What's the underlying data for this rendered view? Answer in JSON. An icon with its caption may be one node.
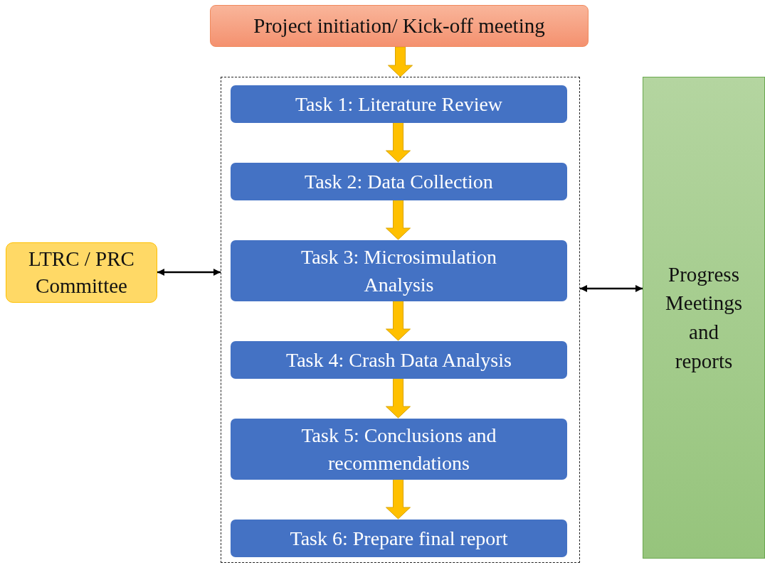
{
  "diagram": {
    "nodes": [
      {
        "text": [
          "Project initiation/ Kick-off meeting"
        ]
      },
      {
        "text": [],
        "shape": "box"
      },
      {
        "text": [
          "Task 1: Literature Review"
        ],
        "in": 1
      },
      {
        "text": [
          "Task 2: Data Collection"
        ],
        "in": 1
      },
      {
        "text": [
          "Task 3: Microsimulation Analysis"
        ],
        "in": 1
      },
      {
        "text": [
          "Task 4: Crash Data Analysis"
        ],
        "in": 1
      },
      {
        "text": [
          "Task 5: Conclusions and recommendations"
        ],
        "in": 1
      },
      {
        "text": [
          "Task 6: Prepare final report"
        ],
        "in": 1
      },
      {
        "text": [
          "LTRC / PRC Committee"
        ]
      },
      {
        "text": [
          "Progress Meetings and reports"
        ]
      }
    ],
    "edges": [
      {
        "from": 0,
        "to": 1,
        "arrow": "to",
        "style": "thick",
        "color": "#ffc000"
      },
      {
        "from": 2,
        "to": 3,
        "arrow": "to",
        "style": "thick",
        "color": "#ffc000"
      },
      {
        "from": 3,
        "to": 4,
        "arrow": "to",
        "style": "thick",
        "color": "#ffc000"
      },
      {
        "from": 4,
        "to": 5,
        "arrow": "to",
        "style": "thick",
        "color": "#ffc000"
      },
      {
        "from": 5,
        "to": 6,
        "arrow": "to",
        "style": "thick",
        "color": "#ffc000"
      },
      {
        "from": 6,
        "to": 7,
        "arrow": "to",
        "style": "thick",
        "color": "#ffc000"
      },
      {
        "from": 8,
        "to": 1,
        "arrow": "both"
      },
      {
        "from": 1,
        "to": 9,
        "arrow": "both"
      }
    ]
  }
}
